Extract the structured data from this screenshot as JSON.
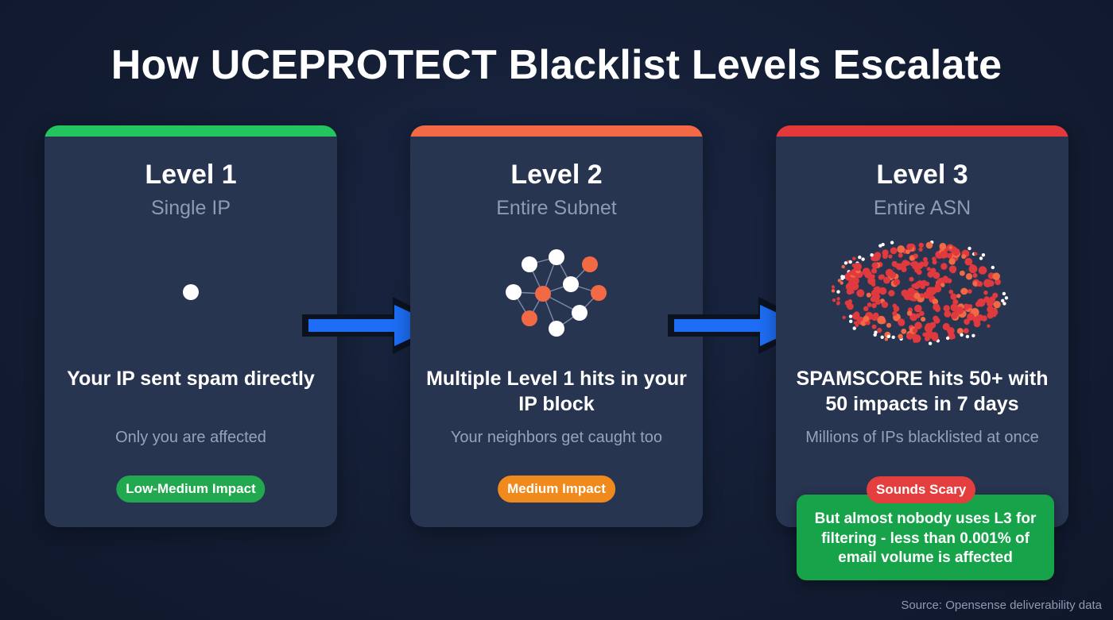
{
  "title": "How UCEPROTECT Blacklist Levels Escalate",
  "cards": [
    {
      "level": "Level 1",
      "scope": "Single IP",
      "description": "Your IP sent spam directly",
      "note": "Only you are affected",
      "badge": "Low-Medium Impact",
      "accent": "#22c55e",
      "badge_color": "#22a94f"
    },
    {
      "level": "Level 2",
      "scope": "Entire Subnet",
      "description": "Multiple Level 1 hits in your IP block",
      "note": "Your neighbors get caught too",
      "badge": "Medium Impact",
      "accent": "#f26a45",
      "badge_color": "#f08a1c"
    },
    {
      "level": "Level 3",
      "scope": "Entire ASN",
      "description": "SPAMSCORE hits 50+ with 50 impacts in 7 days",
      "note": "Millions of IPs blacklisted at once",
      "badge": "Sounds Scary",
      "accent": "#e5383b",
      "badge_color": "#e53e3e"
    }
  ],
  "callout": "But almost nobody uses L3 for filtering - less than 0.001% of email volume is affected",
  "source": "Source: Opensense deliverability data",
  "colors": {
    "arrow": "#1d6ef5",
    "node_white": "#ffffff",
    "node_orange": "#f26a45",
    "node_red": "#e0393e",
    "callout_green": "#16a34a"
  },
  "icons": [
    "single-dot-icon",
    "subnet-network-icon",
    "asn-cloud-icon",
    "arrow-right-icon"
  ]
}
